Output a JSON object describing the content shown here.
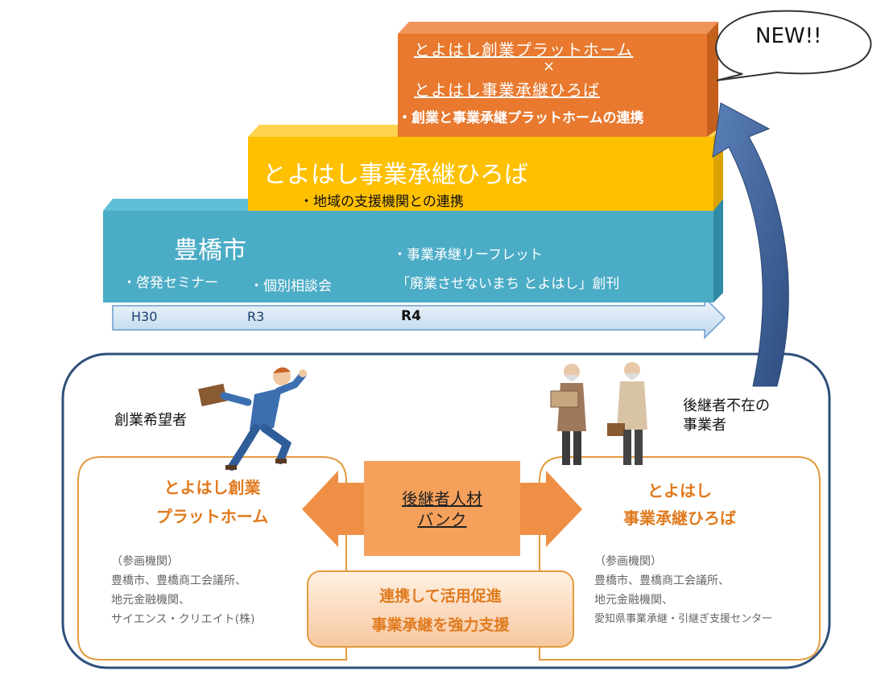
{
  "top_block": {
    "line1": "とよはし創業プラットホーム",
    "times": "×",
    "line2": "とよはし事業承継ひろば",
    "bullet": "・創業と事業承継プラットホームの連携"
  },
  "new_badge": "NEW!!",
  "mid_block": {
    "title": "とよはし事業承継ひろば",
    "bullet": "・地域の支援機関との連携"
  },
  "base_block": {
    "title": "豊橋市",
    "bullet_seminar": "・啓発セミナー",
    "bullet_consult": "・個別相談会",
    "bullet_leaflet": "・事業承継リーフレット",
    "leaflet_title": "「廃業させないまち とよはし」創刊"
  },
  "timeline": {
    "h30": "H30",
    "r3": "R3",
    "r4": "R4"
  },
  "left_person": "創業希望者",
  "right_person": {
    "line1": "後継者不在の",
    "line2": "事業者"
  },
  "left_box": {
    "title1": "とよはし創業",
    "title2": "プラットホーム",
    "members": [
      "（参画機関）",
      "豊橋市、豊橋商工会議所、",
      "地元金融機関、",
      "サイエンス・クリエイト(株)"
    ]
  },
  "center_box": {
    "line1": "後継者人材",
    "line2": "バンク"
  },
  "right_box": {
    "title1": "とよはし",
    "title2": "事業承継ひろば",
    "members": [
      "（参画機関）",
      "豊橋市、豊橋商工会議所、",
      "地元金融機関、",
      "愛知県事業承継・引継ぎ支援センター"
    ]
  },
  "support_box": {
    "line1": "連携して活用促進",
    "line2": "事業承継を強力支援"
  },
  "colors": {
    "orange_block": "#e8792e",
    "yellow_block": "#ffc000",
    "teal_block": "#4bacc6",
    "box_border": "#e39b3f",
    "frame_border": "#2e4f7a",
    "big_arrow": "#3b5f95"
  }
}
